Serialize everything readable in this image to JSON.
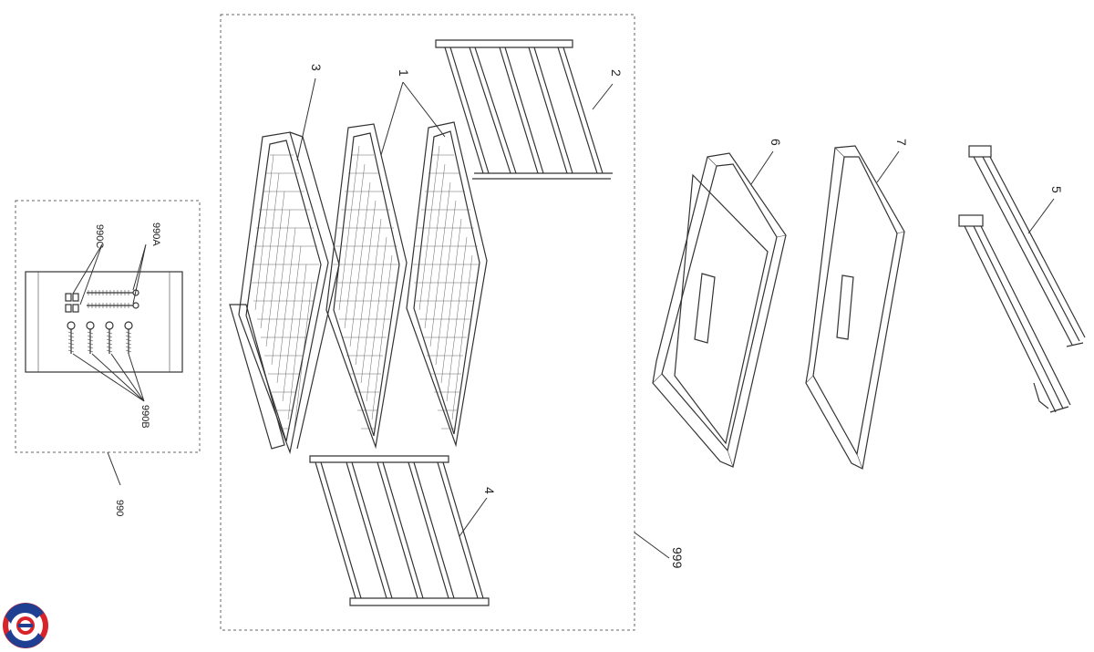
{
  "labels": {
    "rack_main": "1",
    "side_rail_top": "2",
    "rack_left": "3",
    "side_rail_bottom": "4",
    "telescopic_runners": "5",
    "tray_deep": "6",
    "tray_shallow": "7",
    "screw_a": "990A",
    "screw_b": "990B",
    "screw_c": "990C",
    "screw_kit": "990",
    "accessory_set": "999"
  },
  "icons": {
    "logo": "spare-parts-logo-icon"
  },
  "colors": {
    "line": "#333333",
    "logo_blue": "#1f3f93",
    "logo_red": "#d8232a"
  }
}
